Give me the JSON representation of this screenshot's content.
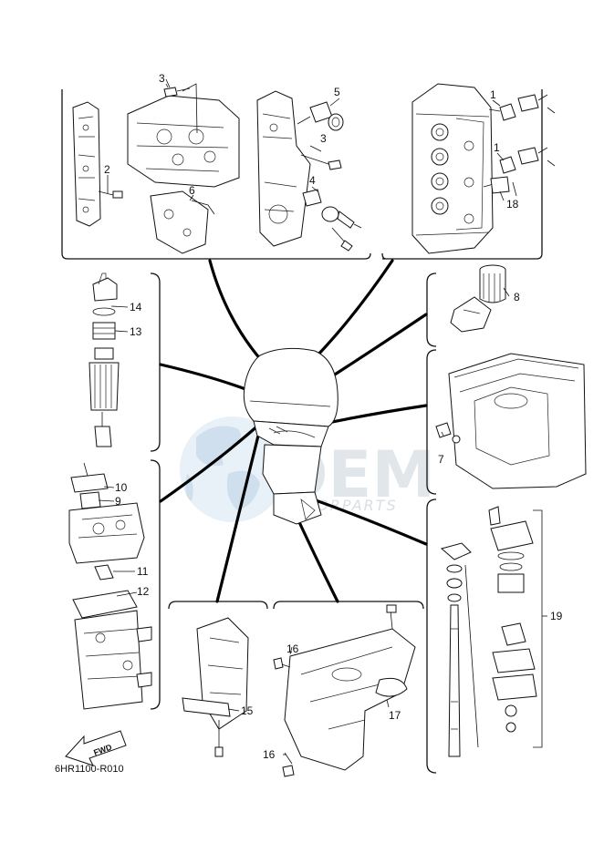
{
  "diagram": {
    "drawing_code": "6HR1100-R010",
    "fwd_label": "FWD",
    "watermark": {
      "logo": "OEM",
      "tagline": "MOTORPARTS"
    },
    "callouts": [
      {
        "id": "c1a",
        "label": "1"
      },
      {
        "id": "c1b",
        "label": "1"
      },
      {
        "id": "c2",
        "label": "2"
      },
      {
        "id": "c3a",
        "label": "3"
      },
      {
        "id": "c3b",
        "label": "3"
      },
      {
        "id": "c4",
        "label": "4"
      },
      {
        "id": "c5",
        "label": "5"
      },
      {
        "id": "c6",
        "label": "6"
      },
      {
        "id": "c7",
        "label": "7"
      },
      {
        "id": "c8",
        "label": "8"
      },
      {
        "id": "c9",
        "label": "9"
      },
      {
        "id": "c10",
        "label": "10"
      },
      {
        "id": "c11",
        "label": "11"
      },
      {
        "id": "c12",
        "label": "12"
      },
      {
        "id": "c13",
        "label": "13"
      },
      {
        "id": "c14",
        "label": "14"
      },
      {
        "id": "c15",
        "label": "15"
      },
      {
        "id": "c16a",
        "label": "16"
      },
      {
        "id": "c16b",
        "label": "16"
      },
      {
        "id": "c17",
        "label": "17"
      },
      {
        "id": "c18",
        "label": "18"
      },
      {
        "id": "c19",
        "label": "19"
      }
    ]
  }
}
